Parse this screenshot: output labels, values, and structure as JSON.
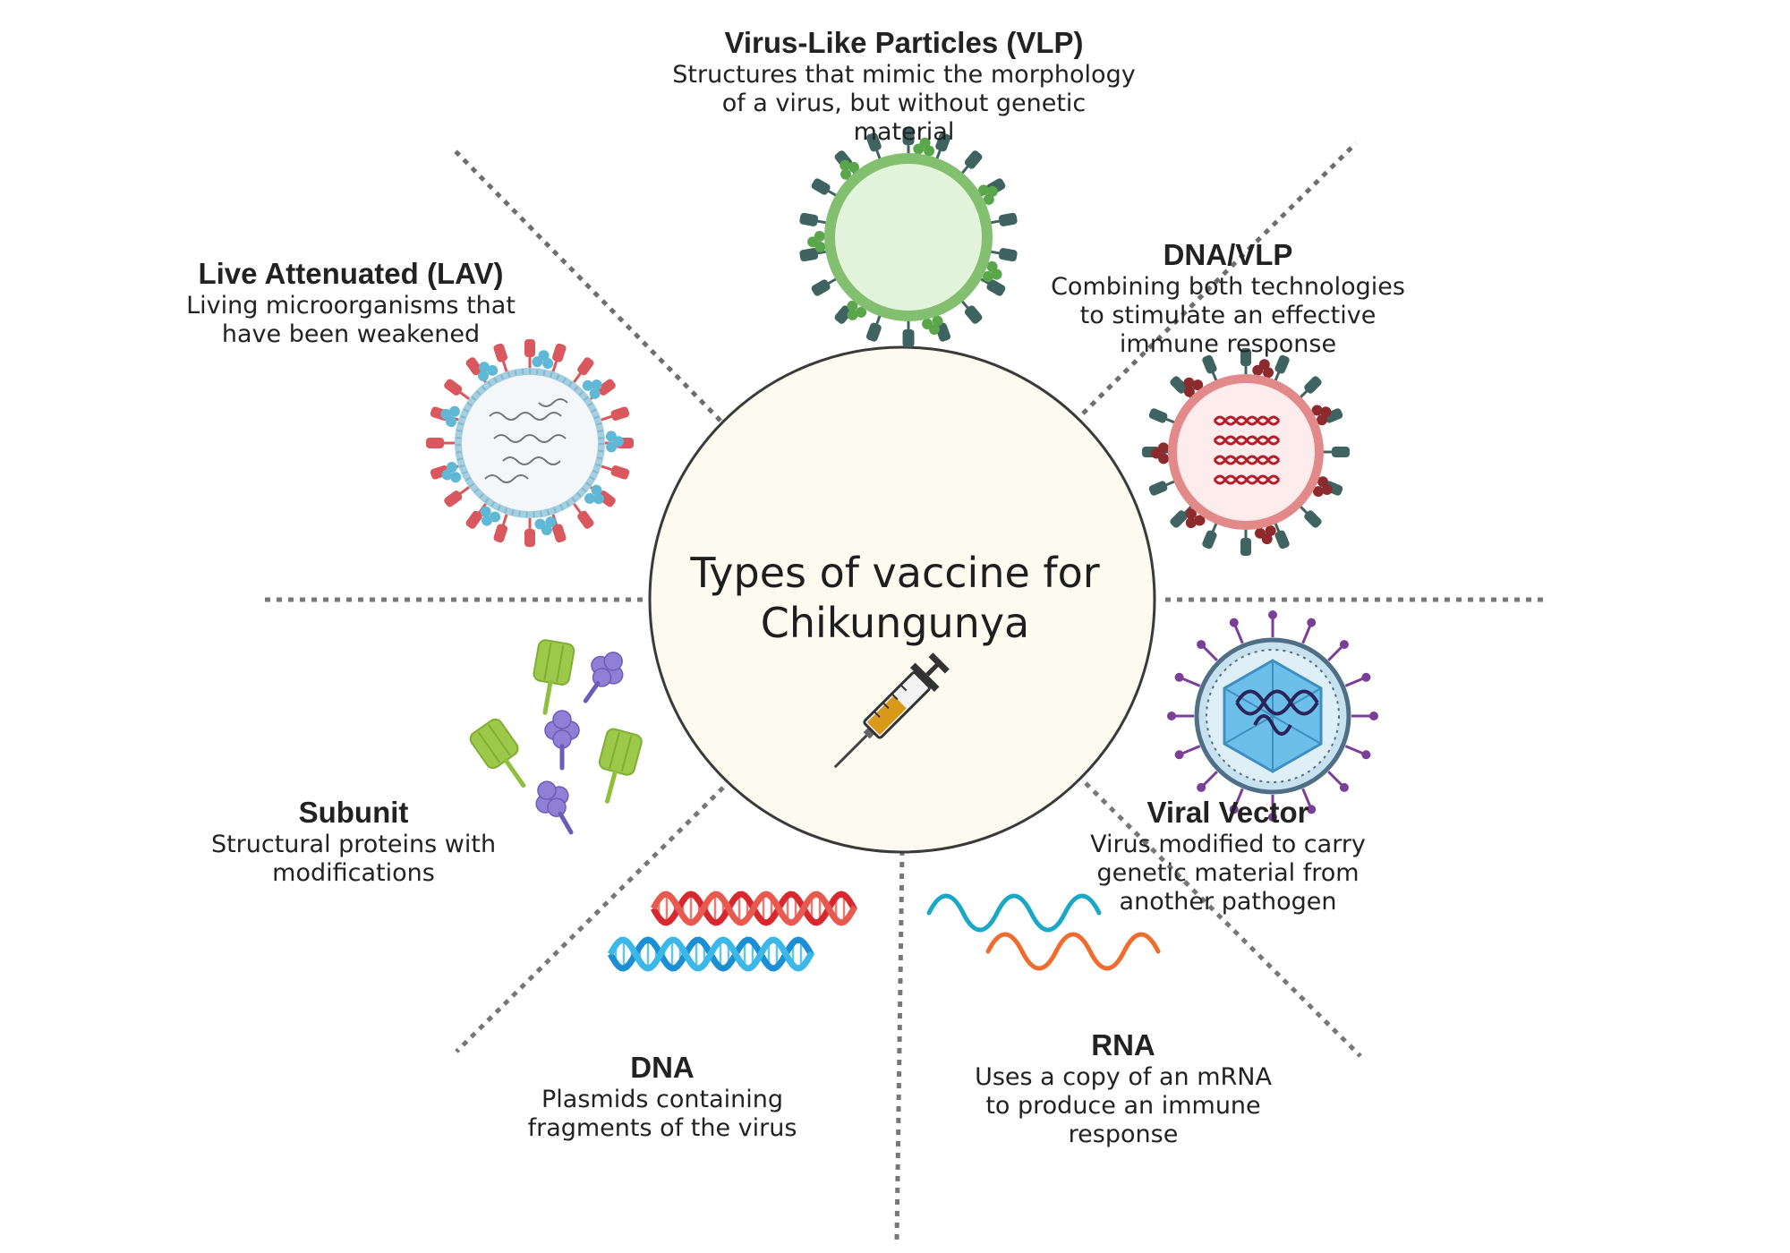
{
  "center": {
    "title_line1": "Types of vaccine for",
    "title_line2": "Chikungunya",
    "icon": "syringe-icon"
  },
  "types": [
    {
      "id": "vlp",
      "title": "Virus-Like Particles (VLP)",
      "desc_line1": "Structures that mimic the morphology",
      "desc_line2": "of a virus, but without genetic material",
      "desc_line3": "",
      "icon": "virus-like-particle-icon",
      "color": "#7cc26a"
    },
    {
      "id": "dna-vlp",
      "title": "DNA/VLP",
      "desc_line1": "Combining both technologies",
      "desc_line2": "to stimulate an effective",
      "desc_line3": "immune response",
      "icon": "dna-vlp-particle-icon",
      "color": "#e07f7f"
    },
    {
      "id": "viral-vector",
      "title": "Viral Vector",
      "desc_line1": "Virus modified to carry",
      "desc_line2": "genetic material from",
      "desc_line3": "another pathogen",
      "icon": "viral-vector-icon",
      "color": "#5bb8e3"
    },
    {
      "id": "rna",
      "title": "RNA",
      "desc_line1": "Uses a copy of an mRNA",
      "desc_line2": "to produce an immune",
      "desc_line3": "response",
      "icon": "rna-strands-icon",
      "color": "#1ba8c7"
    },
    {
      "id": "dna",
      "title": "DNA",
      "desc_line1": "Plasmids containing",
      "desc_line2": "fragments of the virus",
      "desc_line3": "",
      "icon": "dna-helix-icon",
      "color": "#d8282f"
    },
    {
      "id": "subunit",
      "title": "Subunit",
      "desc_line1": "Structural proteins with",
      "desc_line2": "modifications",
      "desc_line3": "",
      "icon": "protein-subunits-icon",
      "color": "#8f7fd6"
    },
    {
      "id": "lav",
      "title": "Live Attenuated (LAV)",
      "desc_line1": "Living microorganisms that",
      "desc_line2": "have been weakened",
      "desc_line3": "",
      "icon": "live-attenuated-virus-icon",
      "color": "#d9585e"
    }
  ]
}
